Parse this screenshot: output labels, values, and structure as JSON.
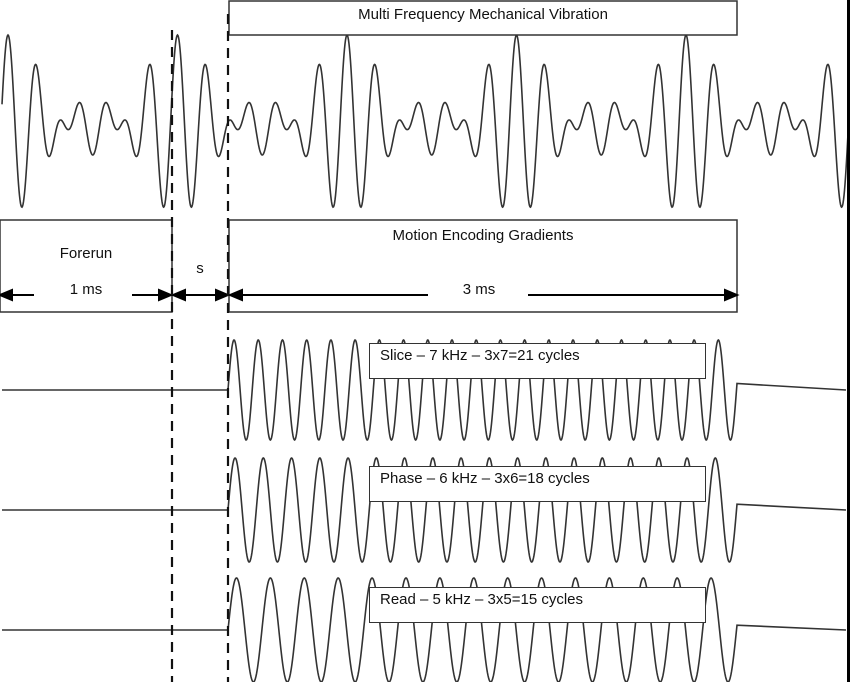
{
  "title_box": {
    "label": "Multi Frequency Mechanical Vibration"
  },
  "forerun": {
    "label": "Forerun",
    "duration": "1 ms"
  },
  "gap": {
    "label": "s"
  },
  "meg": {
    "label": "Motion Encoding Gradients",
    "duration": "3 ms"
  },
  "gradients": [
    {
      "axis": "Slice",
      "label": "Slice – 7 kHz – 3x7=21 cycles",
      "freq_khz": 7,
      "cycles": 21
    },
    {
      "axis": "Phase",
      "label": "Phase – 6 kHz – 3x6=18 cycles",
      "freq_khz": 6,
      "cycles": 18
    },
    {
      "axis": "Read",
      "label": "Read – 5 kHz – 3x5=15 cycles",
      "freq_khz": 5,
      "cycles": 15
    }
  ],
  "vibration": {
    "components_khz": [
      5,
      6,
      7
    ],
    "period_ms": 1
  },
  "colors": {
    "line": "#333333",
    "dash": "#111111",
    "background": "#ffffff"
  }
}
